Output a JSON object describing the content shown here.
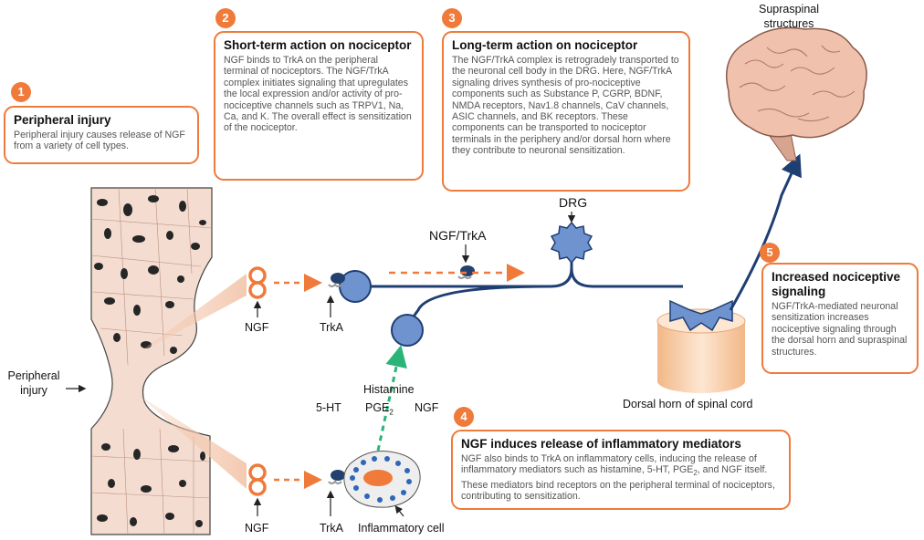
{
  "steps": [
    {
      "number": "1",
      "title": "Peripheral injury",
      "text": "Peripheral injury causes release of NGF from a variety of cell types."
    },
    {
      "number": "2",
      "title": "Short-term action on nociceptor",
      "text": "NGF binds to TrkA on the peripheral terminal of nociceptors. The NGF/TrkA complex initiates signaling that upregulates the local expression and/or activity of pro-nociceptive channels such as TRPV1, Na, Ca, and K. The overall effect is sensitization of the nociceptor."
    },
    {
      "number": "3",
      "title": "Long-term action on nociceptor",
      "text": "The NGF/TrkA complex is retrogradely transported to the neuronal cell body in the DRG. Here, NGF/TrkA signaling drives synthesis of pro-nociceptive components such as Substance P, CGRP, BDNF, NMDA receptors, Nav1.8 channels, CaV channels, ASIC channels, and BK receptors. These components can be transported to nociceptor terminals in the periphery and/or dorsal horn where they contribute to neuronal sensitization."
    },
    {
      "number": "4",
      "title": "NGF induces release of inflammatory mediators",
      "text_a": "NGF also binds to TrkA on inflammatory cells, inducing the release of inflammatory mediators such as histamine, 5-HT, PGE",
      "text_sub": "2",
      "text_b": ", and NGF itself. These mediators bind receptors on the peripheral terminal of nociceptors, contributing to sensitization."
    },
    {
      "number": "5",
      "title": "Increased nociceptive signaling",
      "text": "NGF/TrkA-mediated neuronal sensitization increases nociceptive signaling through the dorsal horn and supraspinal structures."
    }
  ],
  "labels": {
    "supraspinal": "Supraspinal structures",
    "drg": "DRG",
    "ngf_trka": "NGF/TrkA",
    "ngf_top": "NGF",
    "trka_top": "TrkA",
    "peripheral_injury": "Peripheral injury",
    "histamine": "Histamine",
    "ht5": "5-HT",
    "pge": "PGE",
    "pge_sub": "2",
    "ngf_mid": "NGF",
    "dorsal_horn": "Dorsal horn of spinal cord",
    "ngf_bottom": "NGF",
    "trka_bottom": "TrkA",
    "inflammatory_cell": "Inflammatory cell"
  },
  "colors": {
    "accent_orange": "#ef7a3a",
    "neuron_blue": "#6f93cf",
    "axon_navy": "#1f3f73",
    "mediator_green": "#2bb47a",
    "tissue_fill": "#f4ddd0",
    "dark_spot": "#262626"
  }
}
